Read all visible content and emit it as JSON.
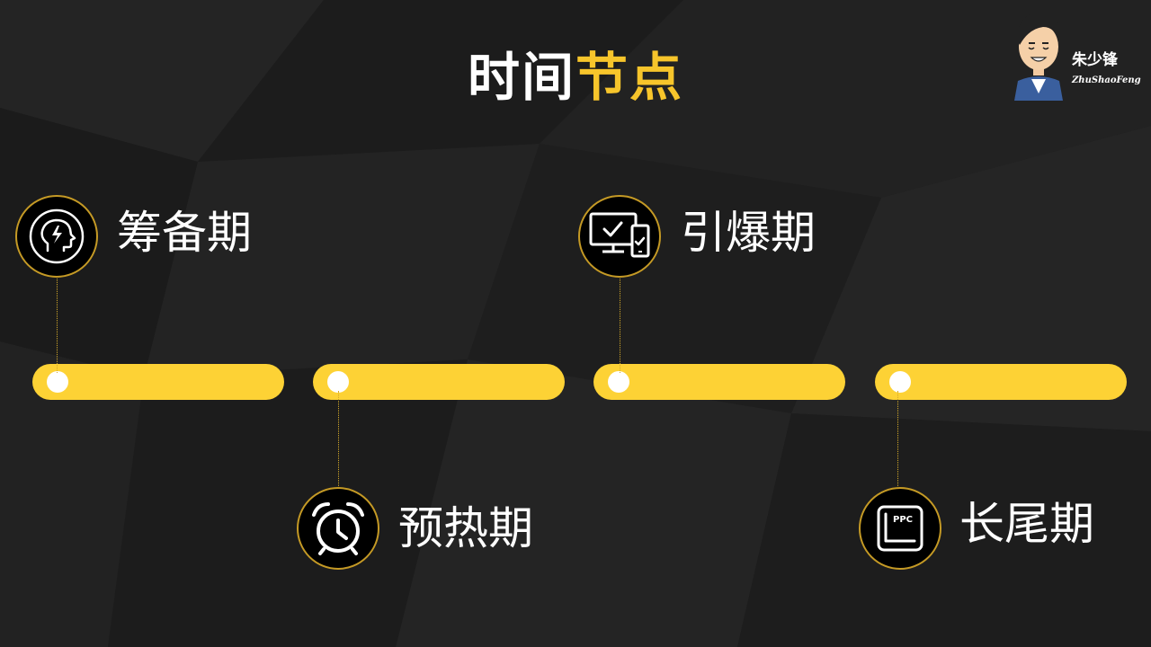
{
  "title": {
    "part1": "时间",
    "part2": "节点"
  },
  "logo": {
    "name": "朱少锋",
    "name_en": "ZhuShaoFeng"
  },
  "phases": [
    {
      "label": "筹备期",
      "icon": "brain-lightning-icon"
    },
    {
      "label": "预热期",
      "icon": "alarm-clock-icon"
    },
    {
      "label": "引爆期",
      "icon": "monitor-phone-check-icon"
    },
    {
      "label": "长尾期",
      "icon": "ppc-key-icon",
      "icon_text": "PPC"
    }
  ],
  "colors": {
    "accent": "#f7c52b",
    "bar": "#fdd235",
    "background": "#1f1f1f"
  }
}
